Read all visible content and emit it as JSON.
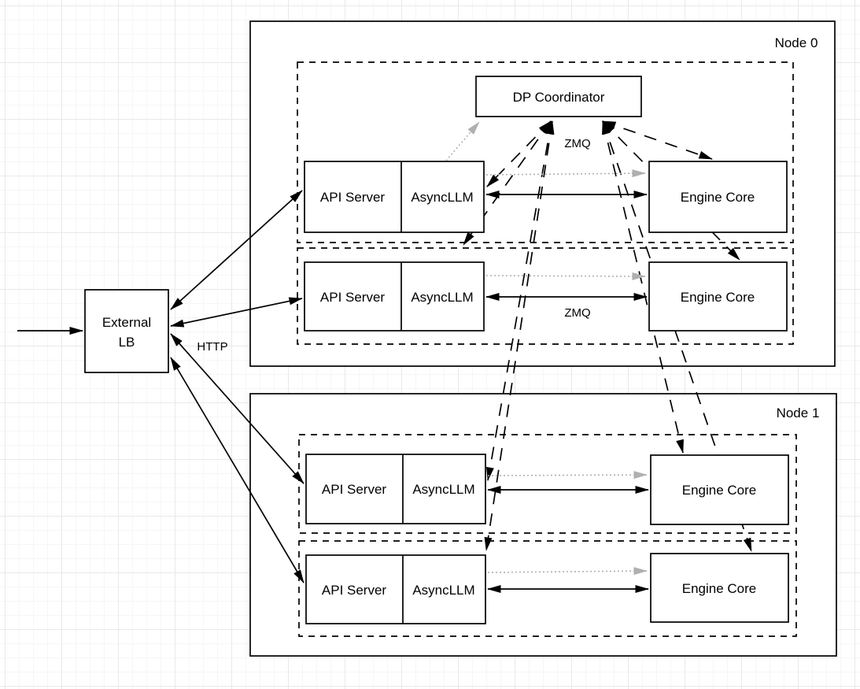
{
  "diagram": {
    "node0": {
      "label": "Node 0"
    },
    "node1": {
      "label": "Node 1"
    },
    "dp_coordinator": {
      "label": "DP Coordinator"
    },
    "external_lb": {
      "line1": "External",
      "line2": "LB"
    },
    "labels": {
      "api_server": "API Server",
      "async_llm": "AsyncLLM",
      "engine_core": "Engine Core"
    },
    "edge_labels": {
      "http": "HTTP",
      "zmq_coordinator": "ZMQ",
      "zmq_engine": "ZMQ"
    },
    "colors": {
      "stroke": "#000000",
      "dotted_gray": "#b0b0b0",
      "box_fill": "#ffffff",
      "grid_minor": "#f6f6f6",
      "grid_major": "#e9e9e9",
      "canvas": "#ffffff"
    }
  }
}
